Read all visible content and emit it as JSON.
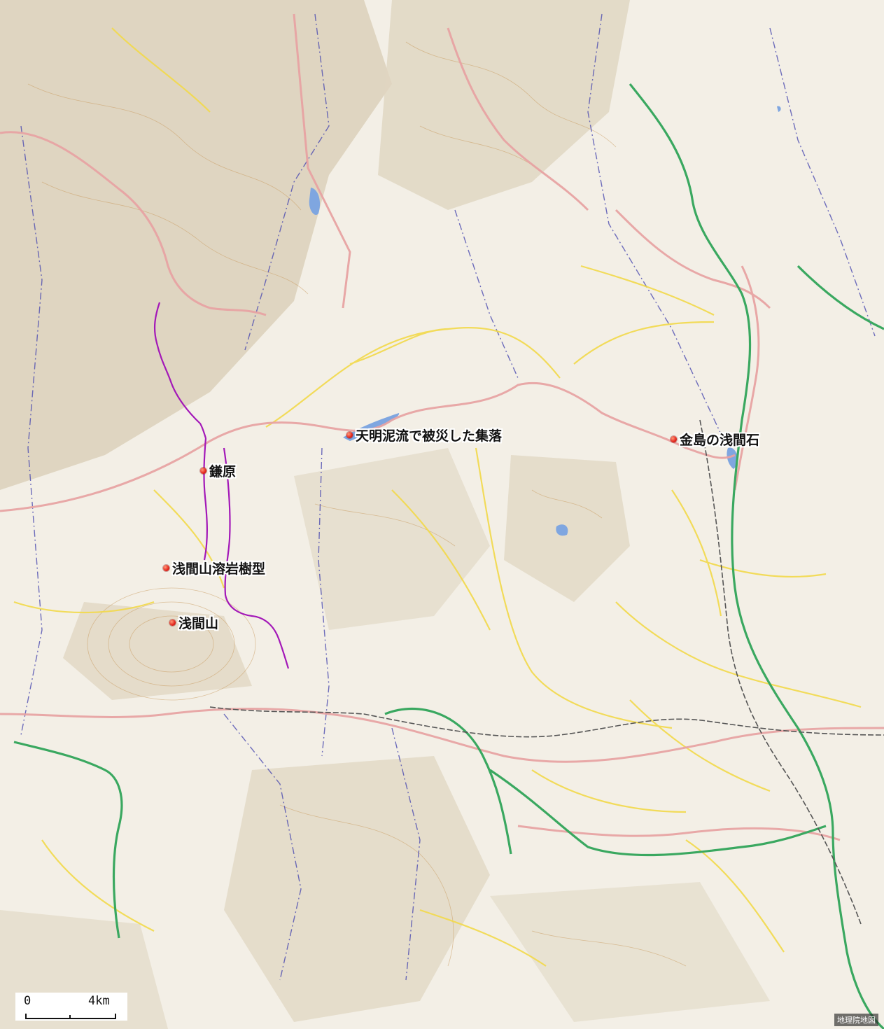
{
  "map": {
    "markers": [
      {
        "label": "天明泥流で被災した集落"
      },
      {
        "label": "金島の浅間石"
      },
      {
        "label": "鎌原"
      },
      {
        "label": "浅間山溶岩樹型"
      },
      {
        "label": "浅間山"
      }
    ],
    "scale": {
      "zero": "0",
      "distance": "4km"
    },
    "attribution": "地理院地図",
    "colors": {
      "terrain": "#f3efe6",
      "relief": "#d9cdb4",
      "contour": "#c89a5e",
      "road_major": "#e7a3a3",
      "road_local": "#f2d94a",
      "expressway": "#3aa860",
      "boundary": "#4b4bb0",
      "route": "#a318b8",
      "marker": "#e2231a",
      "water": "#7fa6e0"
    }
  }
}
